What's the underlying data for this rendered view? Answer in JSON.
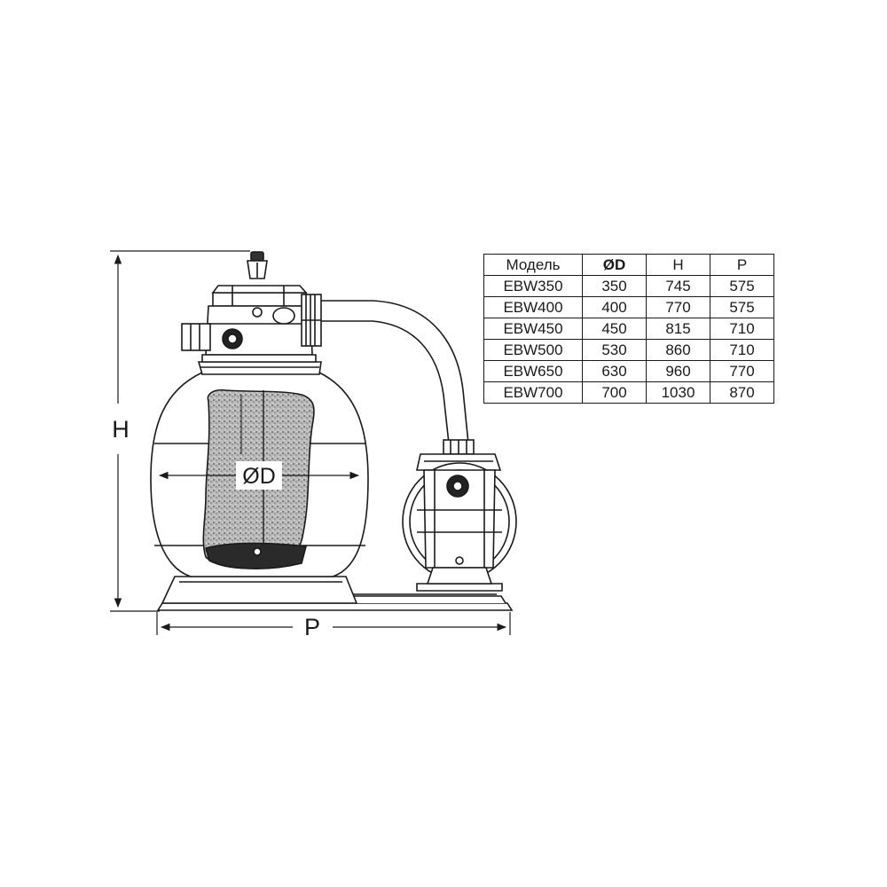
{
  "dimensions": {
    "height_label": "H",
    "width_label": "P",
    "diameter_label": "ØD"
  },
  "table": {
    "headers": [
      "Модель",
      "ØD",
      "H",
      "P"
    ],
    "rows": [
      [
        "EBW350",
        "350",
        "745",
        "575"
      ],
      [
        "EBW400",
        "400",
        "770",
        "575"
      ],
      [
        "EBW450",
        "450",
        "815",
        "710"
      ],
      [
        "EBW500",
        "530",
        "860",
        "710"
      ],
      [
        "EBW650",
        "630",
        "960",
        "770"
      ],
      [
        "EBW700",
        "700",
        "1030",
        "870"
      ]
    ]
  }
}
